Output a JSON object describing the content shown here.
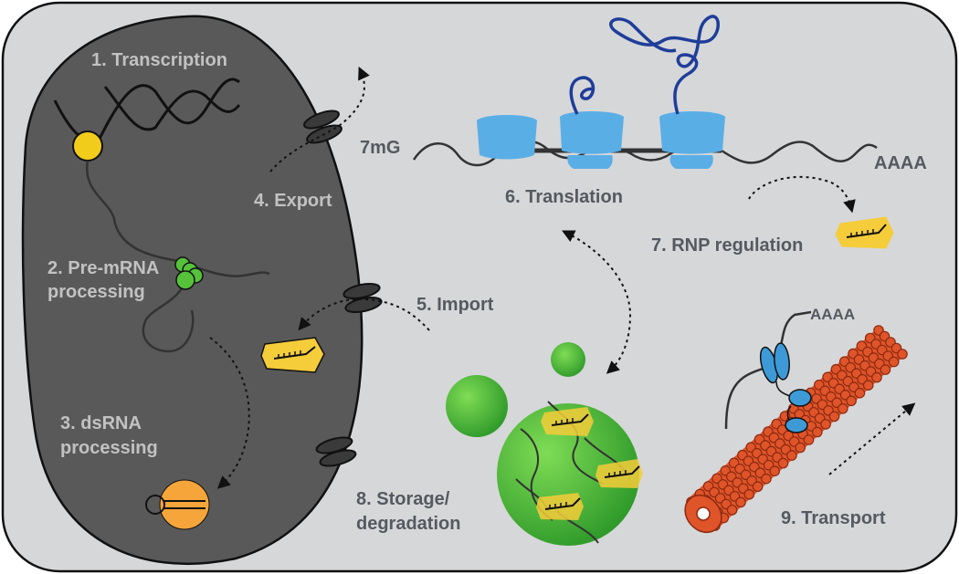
{
  "labels": {
    "transcription": "1. Transcription",
    "premrna_line1": "2. Pre-mRNA",
    "premrna_line2": "processing",
    "dsrna_line1": "3. dsRNA",
    "dsrna_line2": "processing",
    "export": "4. Export",
    "import": "5. Import",
    "translation": "6. Translation",
    "rnp": "7. RNP regulation",
    "storage_line1": "8. Storage/",
    "storage_line2": "degradation",
    "transport": "9. Transport",
    "cap": "7mG",
    "polya_tail": "AAAA",
    "polya_transport": "AAAA"
  },
  "colors": {
    "cell": "#d6d7d9",
    "nucleus": "#595959",
    "nucleus_text": "#c2c2c2",
    "cyto_text": "#555a60",
    "ribosome": "#5aaee6",
    "peptide": "#1f3d99",
    "polymerase": "#f2cc1a",
    "spliceosome": "#55c23a",
    "granule": "#4fbf3a",
    "rnp_protein": "#f5cc3a",
    "dicer": "#f5a53a",
    "microtubule": "#e0542a",
    "motor": "#3d9ad6"
  }
}
